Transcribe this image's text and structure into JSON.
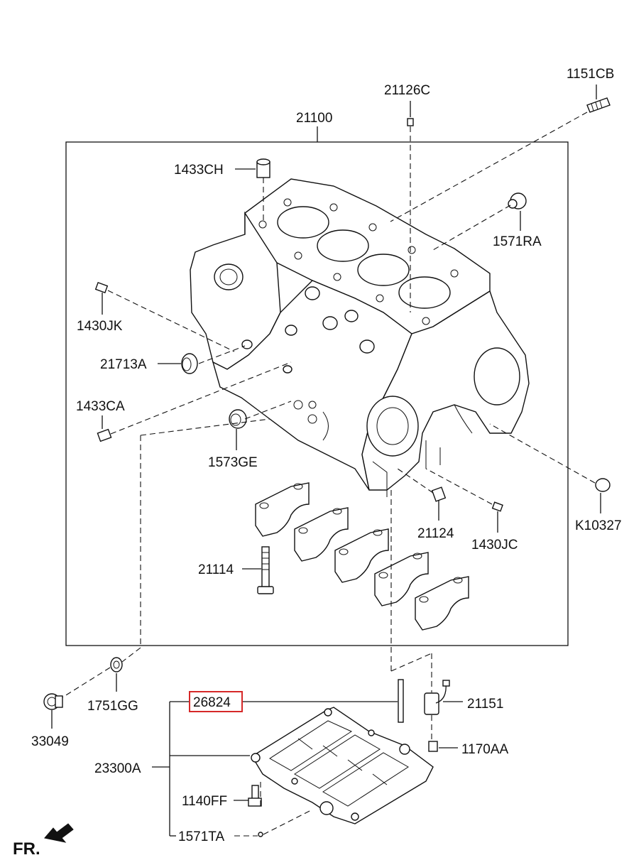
{
  "labels": {
    "p1151CB": "1151CB",
    "p21126C": "21126C",
    "p21100": "21100",
    "p1433CH": "1433CH",
    "p1571RA": "1571RA",
    "p1430JK": "1430JK",
    "p21713A": "21713A",
    "p1433CA": "1433CA",
    "p1573GE": "1573GE",
    "pK10327": "K10327",
    "p21124": "21124",
    "p1430JC": "1430JC",
    "p21114": "21114",
    "p1751GG": "1751GG",
    "p33049": "33049",
    "p26824": "26824",
    "p21151": "21151",
    "p1170AA": "1170AA",
    "p23300A": "23300A",
    "p1140FF": "1140FF",
    "p1571TA": "1571TA"
  },
  "front_marker": "FR.",
  "highlight_color": "#d62828",
  "highlighted_part": "26824"
}
